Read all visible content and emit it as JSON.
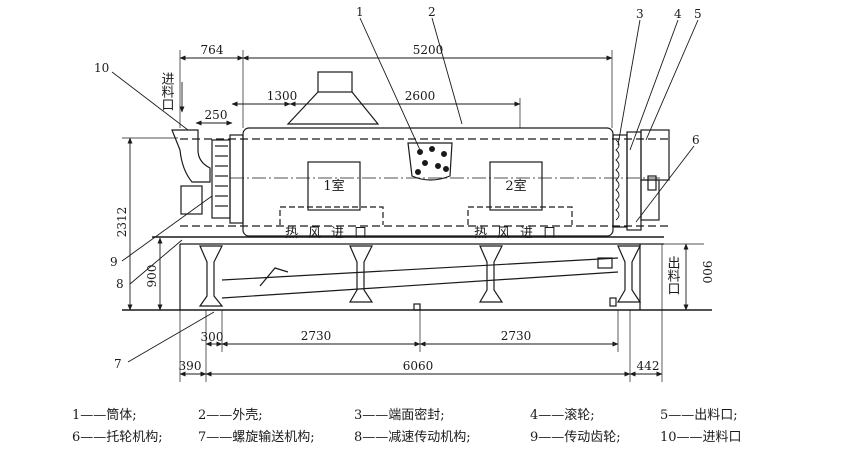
{
  "callouts": [
    "1",
    "2",
    "3",
    "4",
    "5",
    "6",
    "7",
    "8",
    "9",
    "10"
  ],
  "dimensions": {
    "top_764": "764",
    "top_5200": "5200",
    "d_250": "250",
    "d_1300": "1300",
    "d_2600": "2600",
    "h_2312": "2312",
    "h_900_left": "900",
    "h_900_right": "900",
    "d_300": "300",
    "d_2730_a": "2730",
    "d_2730_b": "2730",
    "d_390": "390",
    "d_6060": "6060",
    "d_442": "442"
  },
  "labels": {
    "inlet": "进料口",
    "outlet": "出料口",
    "room1": "1室",
    "room2": "2室",
    "hot_air_inlet": "热风进口"
  },
  "legend": {
    "row1": [
      "1——筒体;",
      "2——外壳;",
      "3——端面密封;",
      "4——滚轮;",
      "5——出料口;"
    ],
    "row2": [
      "6——托轮机构;",
      "7——螺旋输送机构;",
      "8——减速传动机构;",
      "9——传动齿轮;",
      "10——进料口"
    ]
  }
}
